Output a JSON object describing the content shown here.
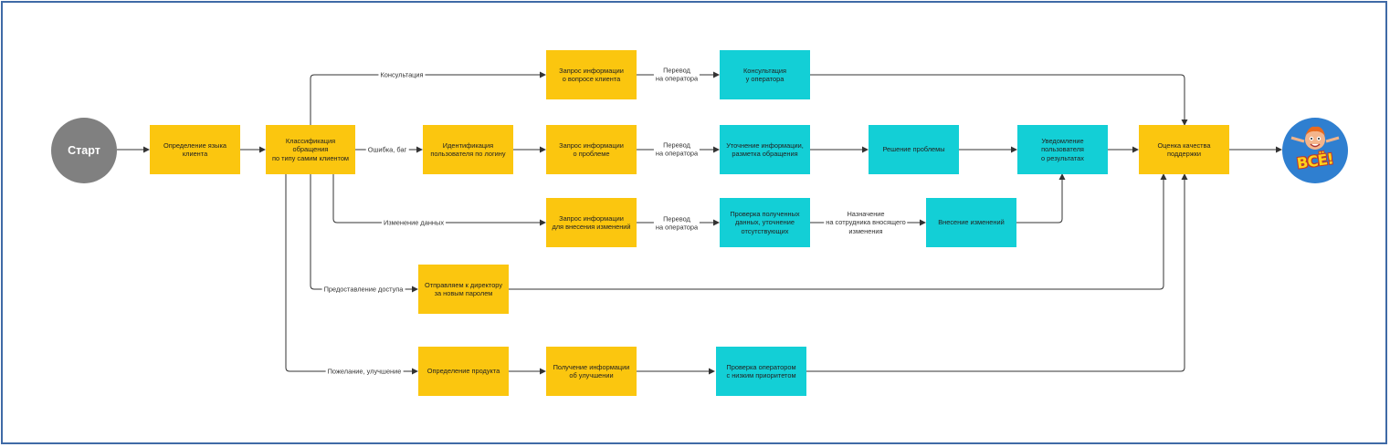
{
  "colors": {
    "process": "#fbc60f",
    "operator": "#13cfd6",
    "start": "#808080",
    "end": "#2f7fd0",
    "frame": "#3f6aa6",
    "line": "#333333"
  },
  "start": {
    "label": "Старт"
  },
  "end": {
    "label": "ВСЁ!"
  },
  "nodes": {
    "lang": "Определение языка\nклиента",
    "classify": "Классификация обращения\nпо типу самим клиентом",
    "consult_req": "Запрос информации\nо вопросе клиента",
    "consult_op": "Консультация\nу оператора",
    "ident": "Идентификация\nпользователя по логину",
    "problem_req": "Запрос информации\nо проблеме",
    "clarify": "Уточнение информации,\nразметка обращения",
    "solve": "Решение проблемы",
    "notify": "Уведомление пользователя\nо результатах",
    "quality": "Оценка качества\nподдержки",
    "change_req": "Запрос информации\nдля внесения изменений",
    "check": "Проверка полученных\nданных, уточнение\nотсутствующих",
    "apply": "Внесение изменений",
    "director": "Отправляем к директору\nза новым паролем",
    "product": "Определение продукта",
    "improve_info": "Получение информации\nоб улучшении",
    "low_check": "Проверка оператором\nс низким приоритетом"
  },
  "edge_labels": {
    "consultation": "Консультация",
    "error": "Ошибка, баг",
    "data_change": "Изменение данных",
    "access": "Предоставление доступа",
    "wish": "Пожелание, улучшение",
    "transfer_1": "Перевод\nна оператора",
    "transfer_2": "Перевод\nна оператора",
    "transfer_3": "Перевод\nна оператора",
    "assign": "Назначение\nна сотрудника вносящего\nизменения"
  }
}
